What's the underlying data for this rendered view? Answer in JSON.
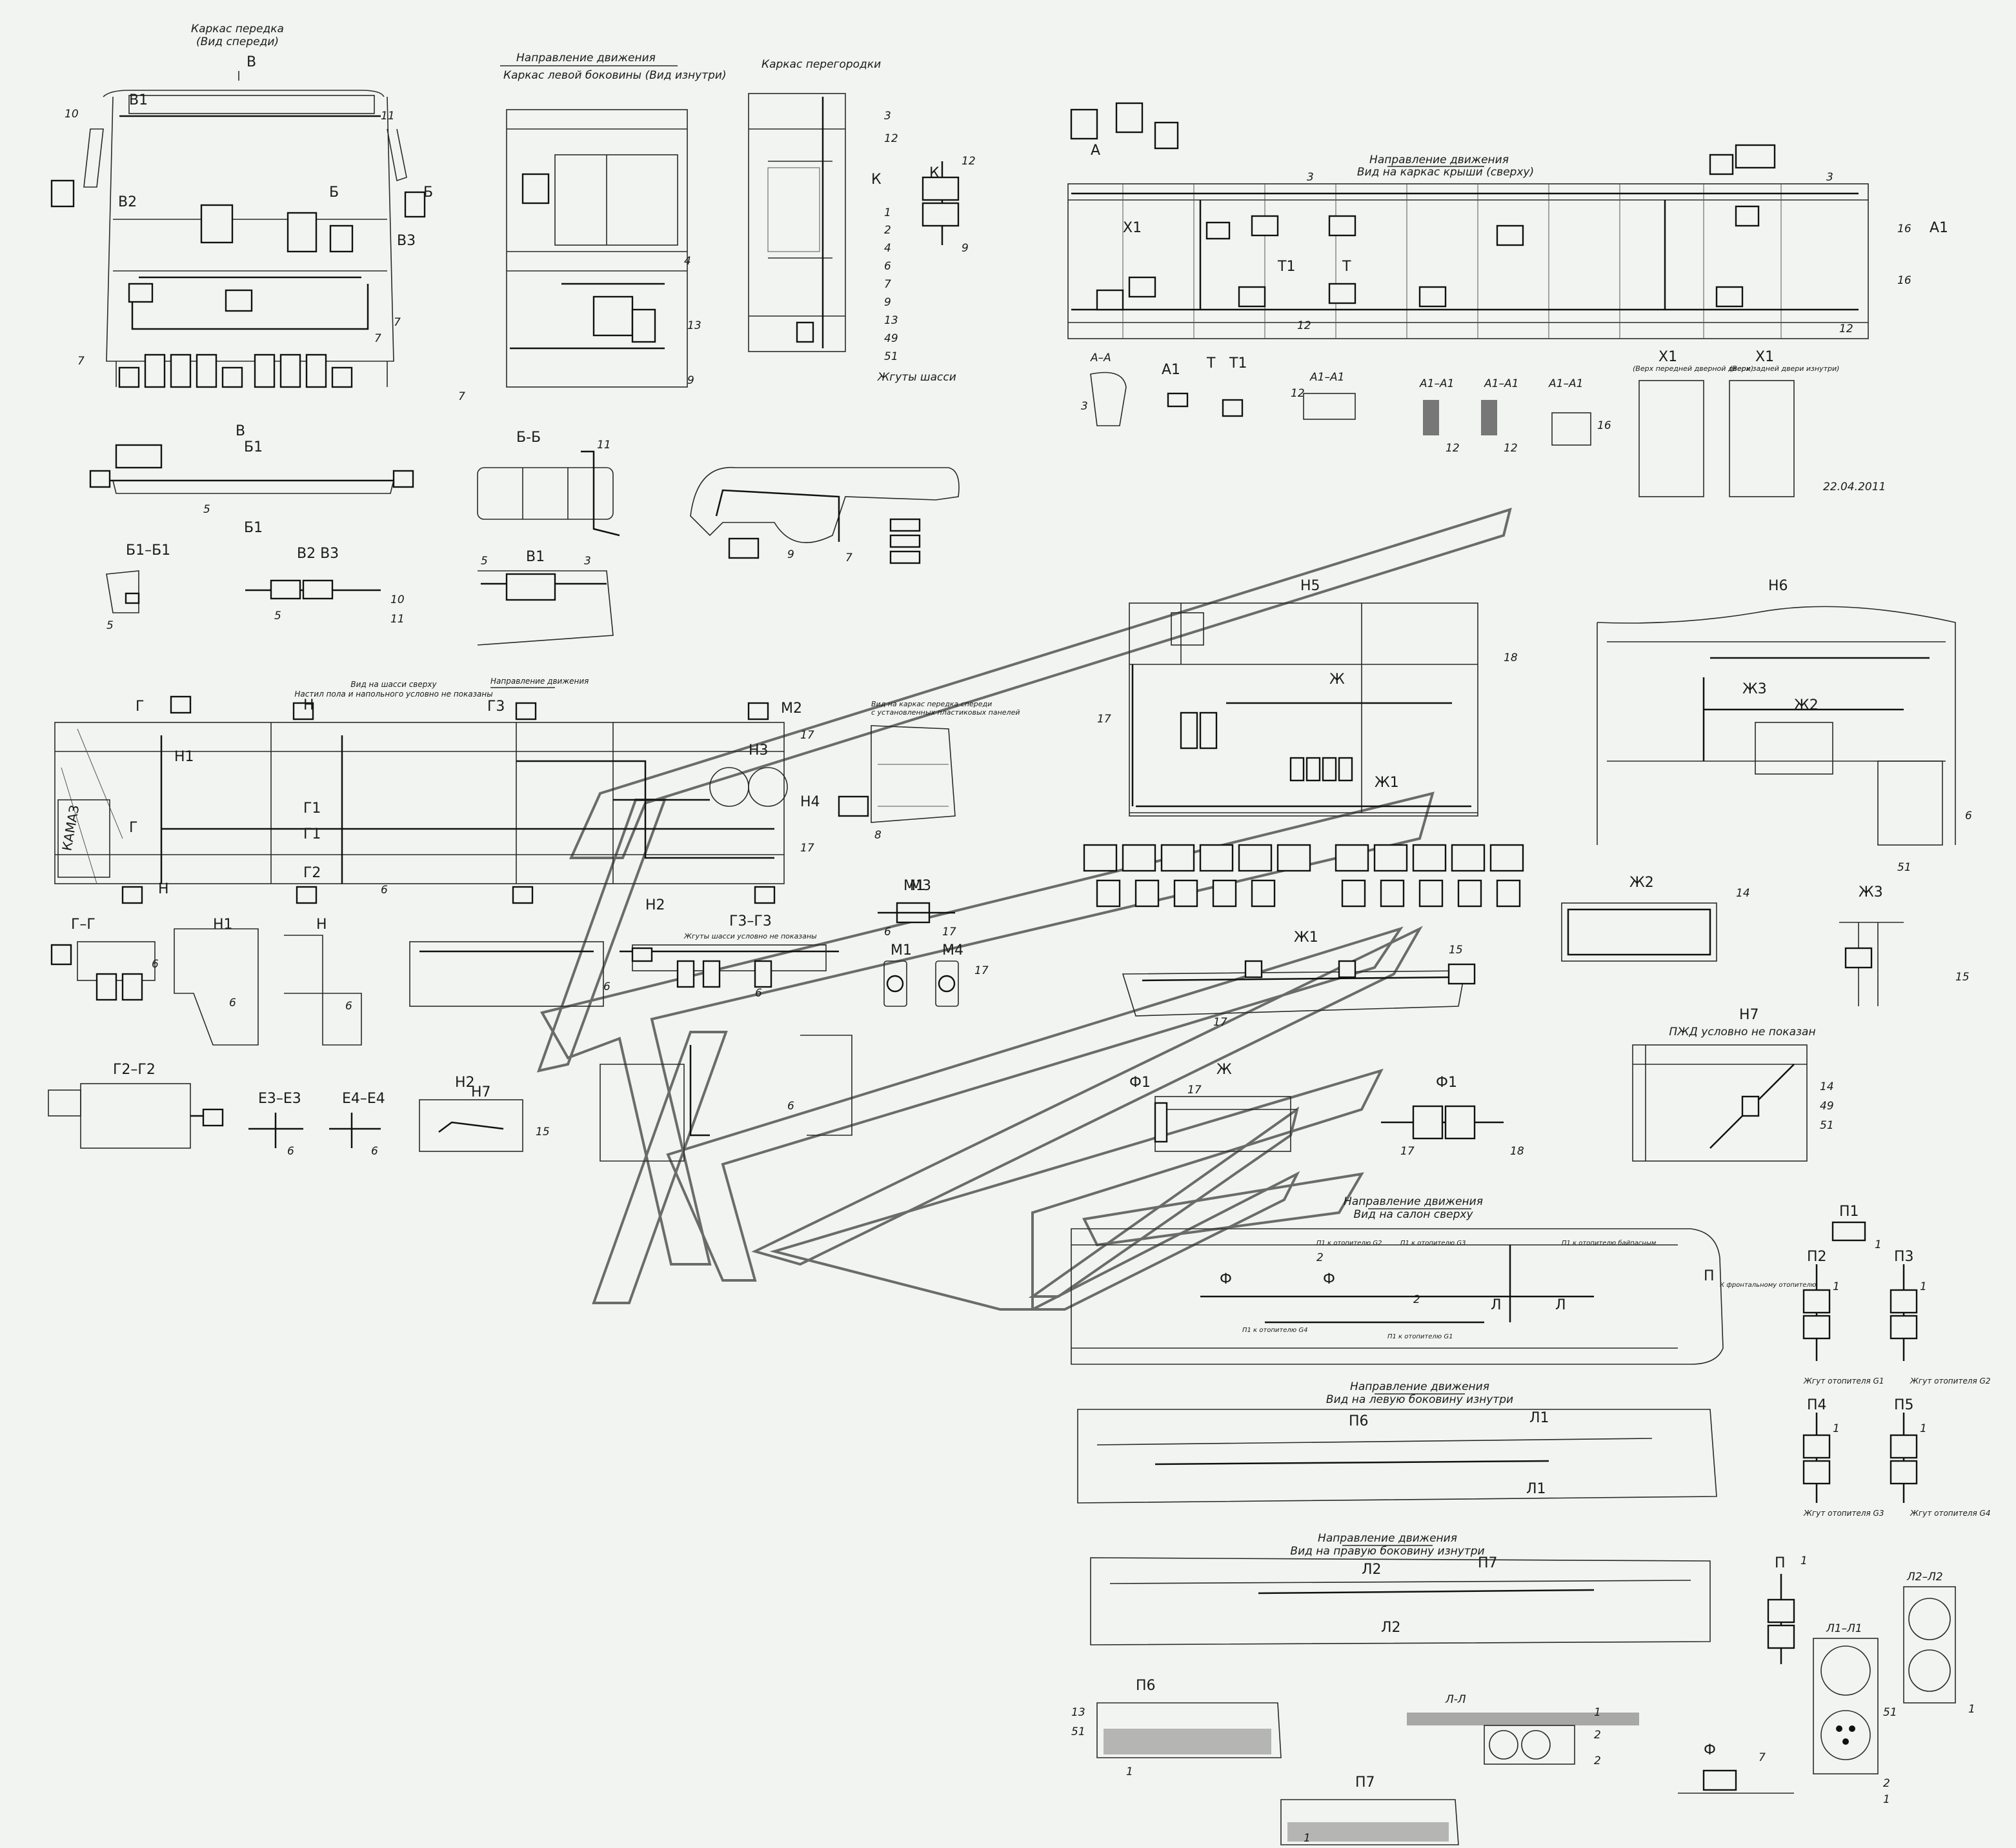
{
  "views": {
    "front_frame": {
      "title": "Каркас передка",
      "subtitle": "(Вид спереди)",
      "mark": "В",
      "labels": [
        "В1",
        "В2",
        "В3",
        "Б",
        "Б"
      ],
      "callouts": [
        "10",
        "11",
        "7",
        "7",
        "7"
      ]
    },
    "left_side": {
      "direction": "Направление движения",
      "title": "Каркас левой боковины (Вид изнутри)",
      "callouts": [
        "4",
        "13",
        "9",
        "7"
      ]
    },
    "partition": {
      "title": "Каркас перегородки",
      "callouts": [
        "3",
        "12",
        "К",
        "1",
        "2",
        "4",
        "6",
        "7",
        "9",
        "13",
        "49",
        "51"
      ],
      "harness": "Жгуты шасси"
    },
    "view_k": {
      "mark": "К",
      "callouts": [
        "12",
        "9"
      ]
    },
    "roof": {
      "direction": "Направление движения",
      "title": "Вид на каркас крыши (сверху)",
      "callouts": [
        "3",
        "3",
        "12",
        "12",
        "16",
        "16",
        "А",
        "А1",
        "Т",
        "Т1",
        "Х1"
      ]
    },
    "roof_sections": {
      "labels": [
        "А–А",
        "Т",
        "Т1",
        "А1",
        "А1–А1",
        "А1–А1",
        "А1–А1",
        "А1–А1",
        "Х1",
        "Х1"
      ],
      "callouts": [
        "3",
        "12",
        "12",
        "12",
        "16"
      ],
      "x1_left": "(Верх передней дверной двери)",
      "x1_right": "(Верх задней двери изнутри)",
      "date": "22.04.2011"
    },
    "bumper_b": {
      "mark": "В",
      "labels": [
        "Б1",
        "Б1"
      ],
      "callouts": [
        "5"
      ]
    },
    "section_b1": {
      "title": "Б1–Б1",
      "callouts": [
        "5"
      ]
    },
    "b2b3": {
      "title": "В2 В3",
      "callouts": [
        "5",
        "10",
        "11"
      ]
    },
    "section_bb": {
      "title": "Б-Б",
      "callouts": [
        "11"
      ]
    },
    "detail_b1": {
      "title": "В1",
      "callouts": [
        "5",
        "3"
      ]
    },
    "dash": {
      "callouts": [
        "9",
        "7"
      ]
    },
    "chassis": {
      "title": "Вид на шасси сверху",
      "note": "Настил пола и напольного условно не показаны",
      "direction": "Направление движения",
      "brand": "КАМАЗ",
      "labels": [
        "Г",
        "Г",
        "Г1",
        "Г1",
        "Г2",
        "Г3",
        "Н",
        "Н",
        "Н1",
        "Н2",
        "Н3",
        "М2",
        "Н4",
        "М1"
      ],
      "callouts": [
        "6",
        "17",
        "17"
      ]
    },
    "front_cover": {
      "title": "Вид на каркас передка спереди",
      "note": "с установленных пластиковых панелей",
      "callouts": [
        "8"
      ]
    },
    "sections_row": {
      "labels": [
        "Г–Г",
        "Н1",
        "Н",
        "Г3–Г3",
        "М3",
        "М1",
        "М4"
      ],
      "g3_note": "Жгуты шасси условно не показаны",
      "callouts": [
        "6",
        "6",
        "6",
        "6",
        "6",
        "6",
        "17",
        "17"
      ]
    },
    "sections_row2": {
      "labels": [
        "Г2–Г2",
        "Е3–Е3",
        "Е4–Е4",
        "Н2",
        "Н7"
      ],
      "callouts": [
        "6",
        "6",
        "6",
        "15"
      ]
    },
    "rear_compartment": {
      "labels": [
        "Н5",
        "Ж",
        "Ж1"
      ],
      "callouts": [
        "17",
        "18"
      ]
    },
    "h6": {
      "title": "Н6",
      "labels": [
        "Ж3",
        "Ж2"
      ],
      "callouts": [
        "6",
        "51"
      ]
    },
    "zh2": {
      "title": "Ж2",
      "callouts": [
        "14"
      ]
    },
    "zh3": {
      "title": "Ж3",
      "callouts": [
        "15"
      ]
    },
    "zh1": {
      "title": "Ж1",
      "callouts": [
        "15",
        "17"
      ]
    },
    "h7": {
      "title": "Н7",
      "note": "ПЖД условно не показан",
      "callouts": [
        "14",
        "49",
        "51"
      ]
    },
    "f1_left": {
      "title": "Ф1",
      "mark": "Ж",
      "callouts": [
        "17"
      ]
    },
    "f1_right": {
      "title": "Ф1",
      "callouts": [
        "17",
        "18"
      ]
    },
    "salon": {
      "direction": "Направление движения",
      "title": "Вид на салон сверху",
      "tags": [
        "П1 к отопителю G2",
        "П1 к отопителю G3",
        "П1 к отопителю байпасным",
        "П1 к отопителю G4",
        "П1 к отопителю G1",
        "К фронтальному отопителю"
      ],
      "labels": [
        "Ф",
        "Ф",
        "П",
        "Л",
        "Л"
      ],
      "callouts": [
        "2",
        "2"
      ]
    },
    "left_wall": {
      "direction": "Направление движения",
      "title": "Вид на левую боковину изнутри",
      "labels": [
        "П6",
        "Л1",
        "Л1"
      ]
    },
    "right_wall": {
      "direction": "Направление движения",
      "title": "Вид на правую боковину изнутри",
      "labels": [
        "Л2",
        "П7",
        "Л2"
      ]
    },
    "heaters": {
      "p1": "П1",
      "items": [
        "Жгут отопителя G1",
        "Жгут отопителя G2",
        "Жгут отопителя G3",
        "Жгут отопителя G4"
      ],
      "labels": [
        "П2",
        "П3",
        "П4",
        "П5"
      ],
      "callouts": [
        "1",
        "1",
        "1",
        "1",
        "1"
      ]
    },
    "bottom": {
      "p6": "П6",
      "p7": "П7",
      "ll": "Л-Л",
      "f": "Ф",
      "p": "П",
      "l1": "Л1–Л1",
      "l2": "Л2–Л2",
      "callouts": [
        "13",
        "51",
        "1",
        "1",
        "1",
        "2",
        "2",
        "7",
        "1",
        "1",
        "51",
        "2",
        "1"
      ]
    }
  }
}
